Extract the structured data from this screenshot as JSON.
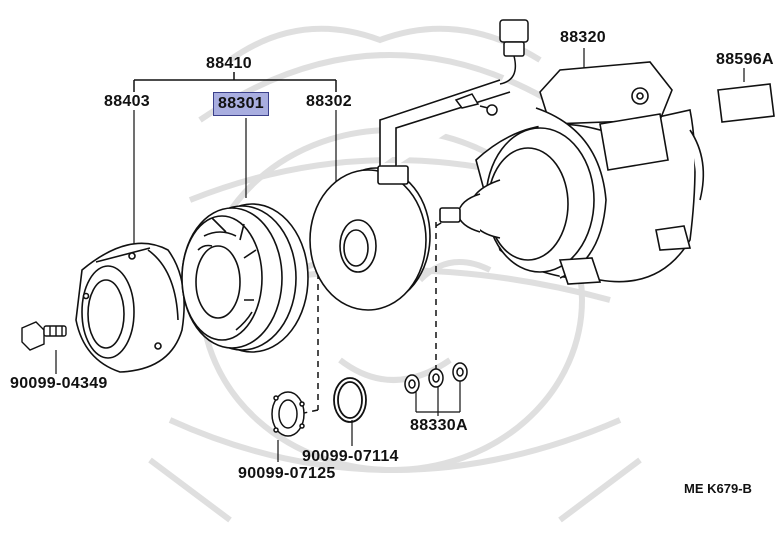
{
  "labels": {
    "p88410": "88410",
    "p88403": "88403",
    "p88301": "88301",
    "p88302": "88302",
    "p88320": "88320",
    "p88596A": "88596A",
    "p90099_04349": "90099-04349",
    "p90099_07125": "90099-07125",
    "p90099_07114": "90099-07114",
    "p88330A": "88330A"
  },
  "diagram_code": "ME K679-B",
  "colors": {
    "line": "#111111",
    "highlight_fill": "#a9aee0",
    "highlight_border": "#3a3f8a",
    "watermark": "#d6d6d6"
  },
  "highlighted_part": "88301"
}
